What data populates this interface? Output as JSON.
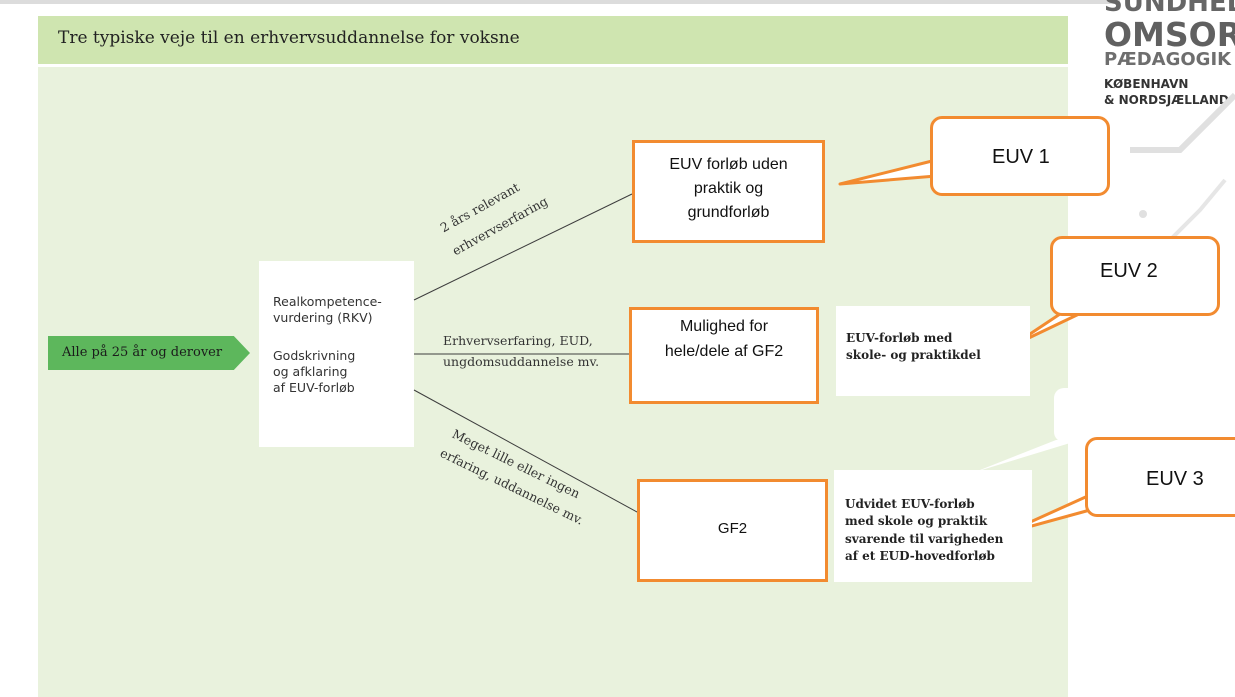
{
  "header": {
    "title": "Tre typiske veje til en erhvervsuddannelse for voksne"
  },
  "logo": {
    "line1": "SUNDHED",
    "line2": "OMSORG",
    "line3": "PÆDAGOGIK",
    "line4": "KØBENHAVN",
    "line5": "& NORDSJÆLLAND"
  },
  "start": {
    "label": "Alle på 25 år og derover"
  },
  "rkv": {
    "line1": "Realkompetence-",
    "line2": "vurdering (RKV)",
    "line3": "Godskrivning",
    "line4": "og afklaring",
    "line5": "af EUV-forløb"
  },
  "paths": {
    "top": {
      "line1": "2 års relevant",
      "line2": "erhvervserfaring"
    },
    "middle": {
      "line1": "Erhvervserfaring, EUD,",
      "line2": "ungdomsuddannelse mv."
    },
    "bottom": {
      "line1": "Meget lille eller ingen",
      "line2": "erfaring, uddannelse mv."
    }
  },
  "boxes": {
    "euv_no_practice": {
      "line1": "EUV forløb uden",
      "line2": "praktik og",
      "line3": "grundforløb"
    },
    "gf2_partial": {
      "line1": "Mulighed for",
      "line2": "hele/dele af GF2"
    },
    "gf2": {
      "label": "GF2"
    }
  },
  "outcomes": {
    "school_practice": {
      "line1": "EUV-forløb med",
      "line2": "skole- og praktikdel"
    },
    "extended": {
      "line1": "Udvidet EUV-forløb",
      "line2": "med skole og praktik",
      "line3": "svarende til varigheden",
      "line4": "af et EUD-hovedforløb"
    }
  },
  "callouts": {
    "euv1": "EUV 1",
    "euv2": "EUV 2",
    "euv3": "EUV 3"
  },
  "colors": {
    "header_green": "#cfe5b0",
    "panel_green": "#e9f2dd",
    "arrow_green": "#5db75c",
    "orange": "#f28b30"
  }
}
